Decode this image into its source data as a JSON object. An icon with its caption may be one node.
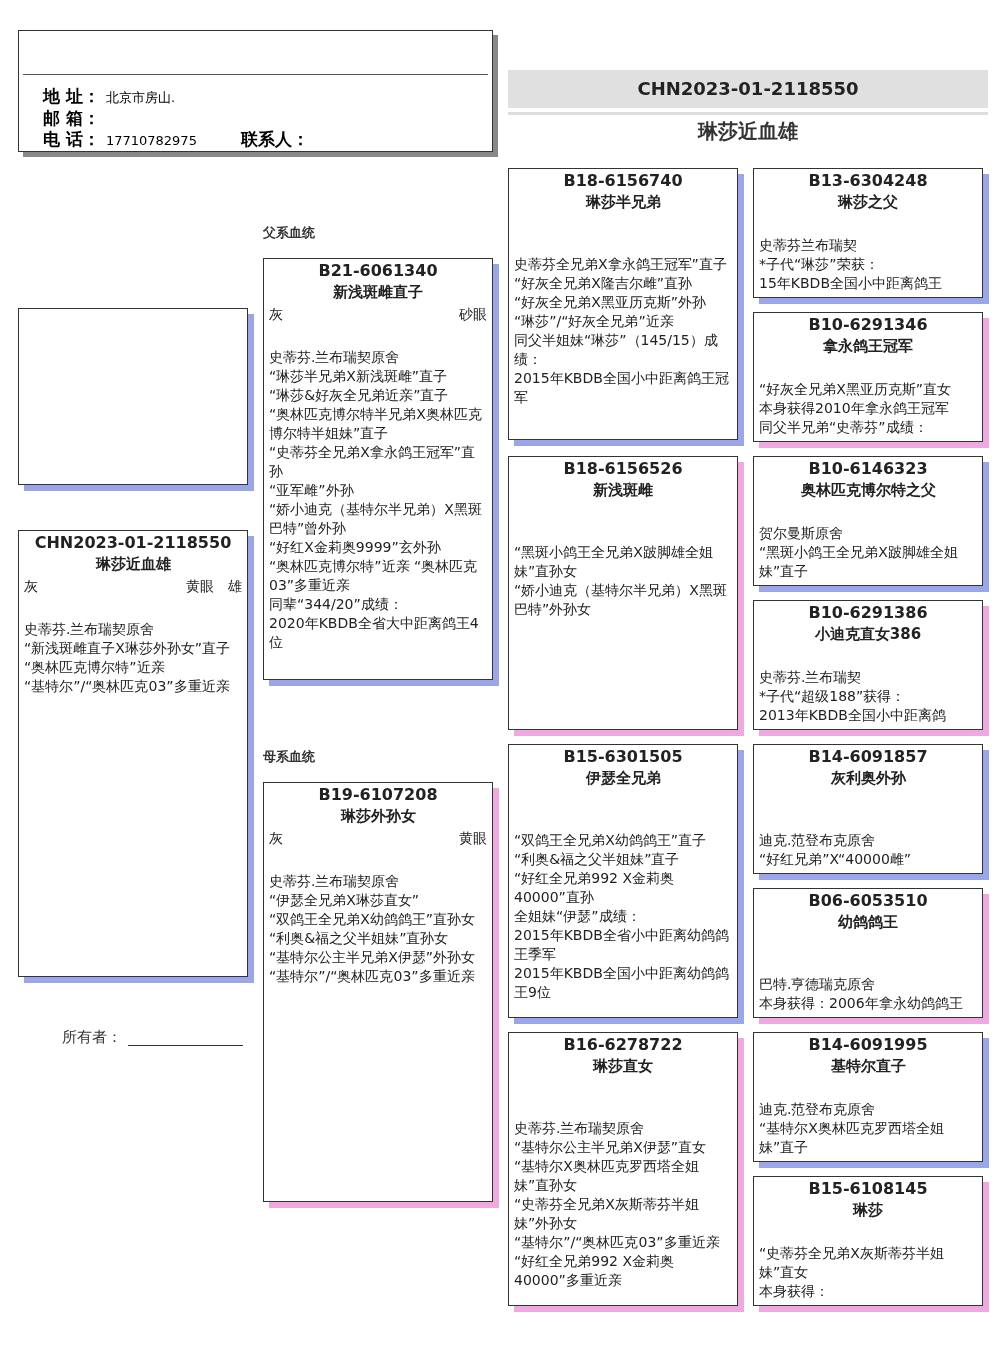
{
  "diagram": {
    "nodes": [
      {
        "text": [
          "地 址：",
          "北京市房山.",
          "邮 箱：",
          "电 话：",
          "17710782975",
          "联系人："
        ]
      },
      {
        "text": [
          "CHN2023-01-2118550"
        ]
      },
      {
        "text": [],
        "shape": "box"
      },
      {
        "text": [
          "CHN2023-01-2118550",
          "琳莎近血雄",
          "灰",
          "黄眼",
          "雄",
          "史蒂芬.兰布瑞契原舍",
          "“新浅斑雌直子X琳莎外孙女”直子",
          "“奥林匹克博尔特”近亲",
          "“基特尔”/“奥林匹克03”多重近亲"
        ]
      },
      {
        "text": [
          "B21-6061340",
          "新浅斑雌直子",
          "灰",
          "砂眼",
          "史蒂芬.兰布瑞契原舍",
          "“琳莎半兄弟X新浅斑雌”直子",
          "“琳莎&好灰全兄弟近亲”直子",
          "“奥林匹克博尔特半兄弟X奥林匹克博尔特半姐妹”直子",
          "“史蒂芬全兄弟X拿永鸽王冠军”直孙",
          "“亚军雌”外孙",
          "“娇小迪克（基特尔半兄弟）X黑斑巴特”曾外孙",
          "“好红X金莉奥9999”玄外孙",
          "“奥林匹克博尔特”近亲 “奥林匹克03”多重近亲",
          "同辈“344/20”成绩：",
          "2020年KBDB全省大中距离鸽王4位"
        ]
      },
      {
        "text": [
          "B19-6107208",
          "琳莎外孙女",
          "灰",
          "黄眼",
          "史蒂芬.兰布瑞契原舍",
          "“伊瑟全兄弟X琳莎直女”",
          "“双鸽王全兄弟X幼鸽鸽王”直孙女",
          "“利奥&福之父半姐妹”直孙女",
          "“基特尔公主半兄弟X伊瑟”外孙女",
          "“基特尔”/“奥林匹克03”多重近亲"
        ]
      },
      {
        "text": [
          "B18-6156740",
          "琳莎半兄弟",
          "史蒂芬全兄弟X拿永鸽王冠军”直子",
          "“好灰全兄弟X隆吉尔雌”直孙",
          "“好灰全兄弟X黑亚历克斯”外孙",
          "“琳莎”/“好灰全兄弟”近亲",
          "同父半姐妹“琳莎”（145/15）成绩：",
          "2015年KBDB全国小中距离鸽王冠军"
        ]
      },
      {
        "text": [
          "B13-6304248",
          "琳莎之父",
          "史蒂芬兰布瑞契",
          "*子代“琳莎”荣获：",
          "15年KBDB全国小中距离鸽王"
        ]
      },
      {
        "text": [
          "B10-6291346",
          "拿永鸽王冠军",
          "“好灰全兄弟X黑亚历克斯”直女",
          "本身获得2010年拿永鸽王冠军",
          "同父半兄弟“史蒂芬”成绩："
        ]
      },
      {
        "text": [
          "B18-6156526",
          "新浅斑雌",
          "“黑斑小鸽王全兄弟X跛脚雄全姐妹”直孙女",
          "“娇小迪克（基特尔半兄弟）X黑斑巴特”外孙女"
        ]
      },
      {
        "text": [
          "B10-6146323",
          "奥林匹克博尔特之父",
          "贺尔曼斯原舍",
          "“黑斑小鸽王全兄弟X跛脚雄全姐妹”直子"
        ]
      },
      {
        "text": [
          "B10-6291386",
          "小迪克直女386",
          "史蒂芬.兰布瑞契",
          "*子代“超级188”获得：",
          "2013年KBDB全国小中距离鸽"
        ]
      },
      {
        "text": [
          "B15-6301505",
          "伊瑟全兄弟",
          "“双鸽王全兄弟X幼鸽鸽王”直子",
          "“利奥&福之父半姐妹”直子",
          "“好红全兄弟992 X金莉奥40000”直孙",
          "全姐妹“伊瑟”成绩：",
          "2015年KBDB全省小中距离幼鸽鸽王季军",
          "2015年KBDB全国小中距离幼鸽鸽王9位"
        ]
      },
      {
        "text": [
          "B14-6091857",
          "灰利奥外孙",
          "迪克.范登布克原舍",
          "“好红兄弟”X“40000雌”"
        ]
      },
      {
        "text": [
          "B06-6053510",
          "幼鸽鸽王",
          "巴特.亨德瑞克原舍",
          "本身获得：2006年拿永幼鸽鸽王"
        ]
      },
      {
        "text": [
          "B16-6278722",
          "琳莎直女",
          "史蒂芬.兰布瑞契原舍",
          "“基特尔公主半兄弟X伊瑟”直女",
          "“基特尔X奥林匹克罗西塔全姐妹”直孙女",
          "“史蒂芬全兄弟X灰斯蒂芬半姐妹”外孙女",
          "“基特尔”/“奥林匹克03”多重近亲",
          "“好红全兄弟992 X金莉奥40000”多重近亲"
        ]
      },
      {
        "text": [
          "B14-6091995",
          "基特尔直子",
          "迪克.范登布克原舍",
          "“基特尔X奥林匹克罗西塔全姐妹”直子"
        ]
      },
      {
        "text": [
          "B15-6108145",
          "琳莎",
          "“史蒂芬全兄弟X灰斯蒂芬半姐妹”直女",
          "本身获得："
        ]
      }
    ],
    "edges": [],
    "labels": [
      "琳莎近血雄",
      "父系血统",
      "母系血统",
      "所有者："
    ]
  }
}
